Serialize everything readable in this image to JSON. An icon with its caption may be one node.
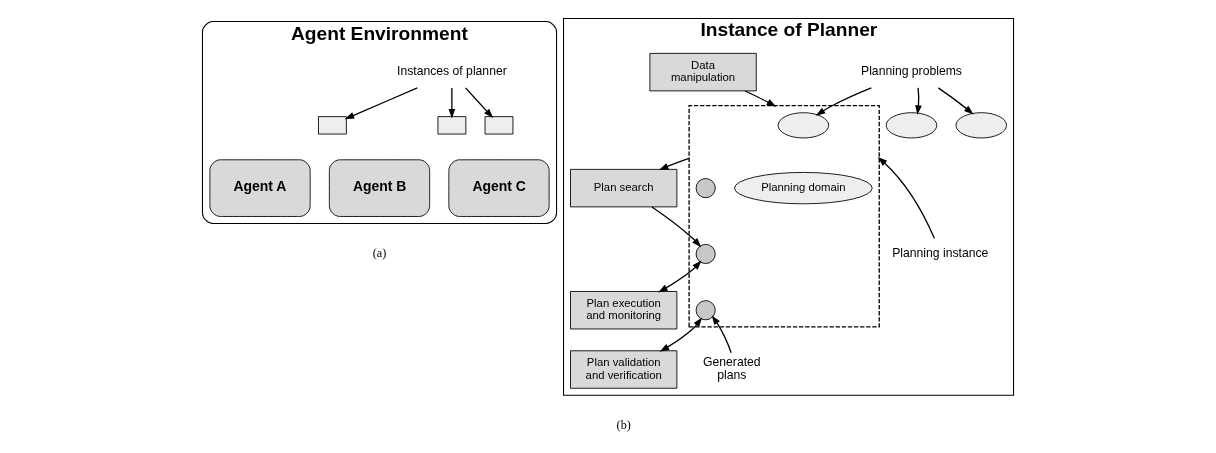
{
  "diagram": {
    "nodes": [
      {
        "text": [
          "Agent Environment"
        ]
      },
      {
        "text": [
          "Instances of planner"
        ],
        "in": 0
      },
      {
        "text": [],
        "shape": "box",
        "in": 0
      },
      {
        "text": [
          "Agent A"
        ],
        "in": 0
      },
      {
        "text": [
          "Agent B"
        ],
        "in": 0
      },
      {
        "text": [
          "Agent C"
        ],
        "in": 0
      },
      {
        "text": [],
        "shape": "box",
        "in": 0
      },
      {
        "text": [],
        "shape": "box",
        "in": 0
      },
      {
        "text": [
          "Instance of Planner"
        ]
      },
      {
        "text": [
          "Planning problems"
        ],
        "in": 8
      },
      {
        "text": [],
        "shape": "ellipse",
        "in": 8
      },
      {
        "text": [],
        "shape": "ellipse",
        "in": 8
      },
      {
        "text": [],
        "shape": "box",
        "in": 8
      },
      {
        "text": [],
        "shape": "ellipse",
        "in": 12
      },
      {
        "text": [
          "Planning domain"
        ],
        "in": 12
      },
      {
        "text": [],
        "shape": "circle",
        "in": 12
      },
      {
        "text": [],
        "shape": "circle",
        "in": 12
      },
      {
        "text": [],
        "shape": "circle",
        "in": 12
      },
      {
        "text": [
          "Planning instance"
        ],
        "in": 8
      },
      {
        "text": [
          "Generated plans"
        ],
        "in": 8
      },
      {
        "text": [
          "Data manipulation"
        ],
        "in": 8
      },
      {
        "text": [
          "Plan search"
        ],
        "in": 8
      },
      {
        "text": [
          "Plan execution and monitoring"
        ],
        "in": 8
      },
      {
        "text": [
          "Plan validation and verification"
        ],
        "in": 8
      }
    ],
    "edges": [
      {
        "from": 1,
        "to": 2,
        "arrow": "to"
      },
      {
        "from": 1,
        "to": 6,
        "arrow": "to"
      },
      {
        "from": 1,
        "to": 7,
        "arrow": "to"
      },
      {
        "from": 9,
        "to": 10,
        "arrow": "to"
      },
      {
        "from": 9,
        "to": 11,
        "arrow": "to"
      },
      {
        "from": 9,
        "to": 13,
        "arrow": "to"
      },
      {
        "from": 20,
        "to": 12,
        "arrow": "to"
      },
      {
        "from": 12,
        "to": 21,
        "arrow": "to"
      },
      {
        "from": 21,
        "to": 16,
        "arrow": "to"
      },
      {
        "from": 16,
        "to": 22,
        "arrow": "both"
      },
      {
        "from": 17,
        "to": 23,
        "arrow": "both"
      },
      {
        "from": 18,
        "to": 12,
        "arrow": "to"
      },
      {
        "from": 19,
        "to": 17,
        "arrow": "to"
      }
    ],
    "labels": [
      "(a)",
      "(b)"
    ]
  }
}
